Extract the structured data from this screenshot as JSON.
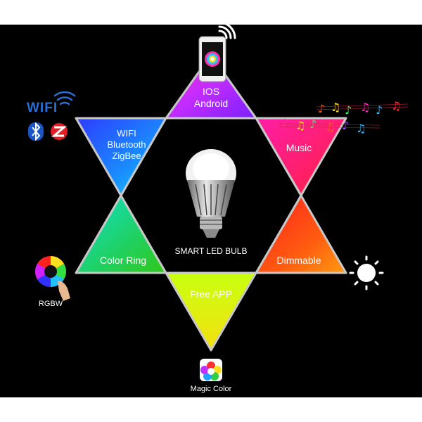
{
  "triangles": {
    "top": {
      "lines": [
        "IOS",
        "Android"
      ]
    },
    "upper_left": {
      "lines": [
        "WIFI",
        "Bluetooth",
        "ZigBee"
      ]
    },
    "upper_right": {
      "lines": [
        "Music"
      ]
    },
    "lower_left": {
      "lines": [
        "Color Ring"
      ]
    },
    "lower_right": {
      "lines": [
        "Dimmable"
      ]
    },
    "bottom": {
      "lines": [
        "Free APP"
      ]
    }
  },
  "center_label": "SMART LED BULB",
  "side_labels": {
    "wifi_logo": "WIFI",
    "rgbw": "RGBW",
    "magic_color": "Magic Color"
  },
  "icons": [
    "phone-icon",
    "wifi-signal-icon",
    "bluetooth-icon",
    "zigbee-icon",
    "music-notes-icon",
    "sun-icon",
    "color-wheel-icon",
    "magic-color-app-icon",
    "led-bulb-icon"
  ],
  "colors": {
    "background": "#000000",
    "page": "#ffffff",
    "wifi_logo": "#2b6fd6",
    "star_border": "#c8c8c8"
  }
}
